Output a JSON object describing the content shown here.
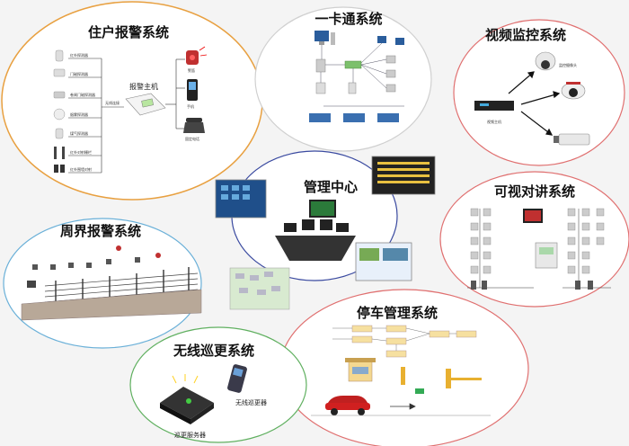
{
  "systems": {
    "home_alarm": {
      "title": "住户报警系统",
      "host": "报警主机",
      "wireless": "无线连接",
      "siren": "警笛",
      "phone": "手机",
      "landline": "固定电话",
      "detectors": [
        "红外探测器",
        "门磁探测器",
        "卷闸门磁探测器",
        "烟雾探测器",
        "煤气探测器",
        "红外对射栅栏",
        "红外围墙对射"
      ]
    },
    "card": {
      "title": "一卡通系统"
    },
    "video": {
      "title": "视频监控系统",
      "camera": "监控摄像头",
      "host": "视频主机"
    },
    "center": {
      "title": "管理中心"
    },
    "intercom": {
      "title": "可视对讲系统"
    },
    "perimeter": {
      "title": "周界报警系统"
    },
    "parking": {
      "title": "停车管理系统"
    },
    "patrol": {
      "title": "无线巡更系统",
      "device": "无线巡更器",
      "server": "巡更服务器"
    }
  },
  "colors": {
    "home_alarm_border": "#e8a040",
    "card_border": "#d0d0d0",
    "video_border": "#e07070",
    "center_border": "#3a4aa0",
    "intercom_border": "#e07070",
    "perimeter_border": "#6ab0d8",
    "parking_border": "#e07070",
    "patrol_border": "#60b060"
  }
}
